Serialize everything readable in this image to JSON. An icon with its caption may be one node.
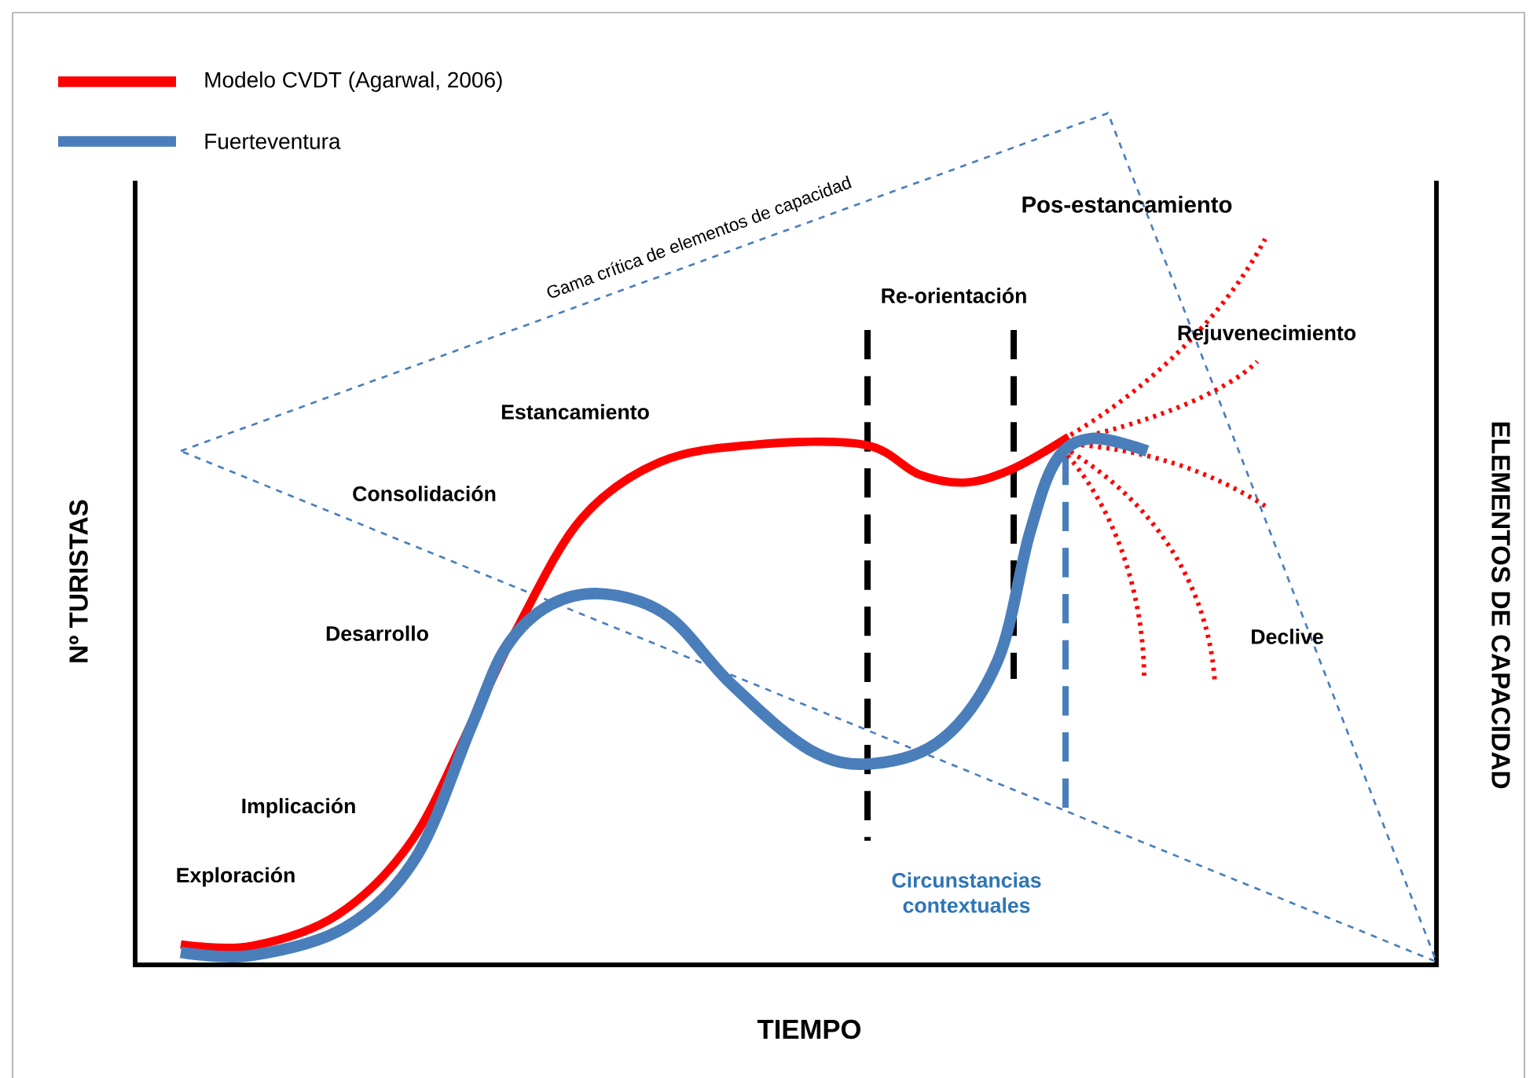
{
  "diagram": {
    "labels": [
      "Gama crítica de elementos de capacidad",
      "Pos-estancamiento",
      "Re-orientación",
      "Rejuvenecimiento",
      "ELEMENTOS DE CAPACIDAD",
      "Estancamiento",
      "Consolidación",
      "Nº TURISTAS",
      "Desarrollo",
      "Declive",
      "Implicación",
      "Exploración",
      "Circunstancias contextuales",
      "TIEMPO"
    ],
    "legend": [
      {
        "text": "Modelo CVDT (Agarwal, 2006)"
      },
      {
        "text": "Fuerteventura"
      }
    ]
  }
}
